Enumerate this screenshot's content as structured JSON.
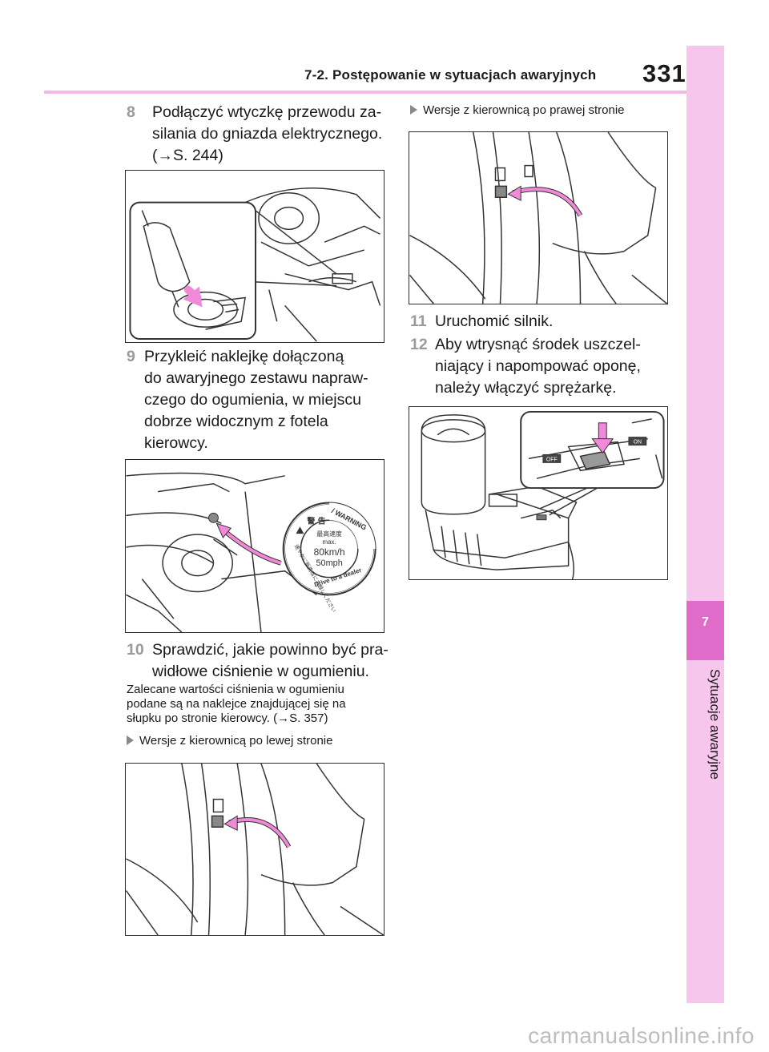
{
  "header": {
    "section_title": "7-2. Postępowanie w sytuacjach awaryjnych",
    "page_number": "331"
  },
  "side_tab": {
    "chapter_number": "7",
    "chapter_label": "Sytuacje awaryjne"
  },
  "left_column": {
    "step8": {
      "number": "8",
      "text": "Podłączyć wtyczkę przewodu za-\nsilania do gniazda elektrycznego.\n(→S. 244)"
    },
    "step9": {
      "number": "9",
      "text": "Przykleić naklejkę dołączoną\ndo awaryjnego zestawu napraw-\nczego do ogumienia, w miejscu\ndobrze widocznym z fotela\nkierowcy."
    },
    "sticker": {
      "warning_ja": "警 告",
      "warning_en": "/ WARNING",
      "speed_label": "最高速度",
      "max": "max.",
      "kmh": "80km/h",
      "mph": "50mph",
      "dealer_ja": "速やかに販売店にお越しください",
      "dealer_en": "Drive to a dealer"
    },
    "step10": {
      "number": "10",
      "text": "Sprawdzić, jakie powinno być pra-\nwidłowe ciśnienie w ogumieniu."
    },
    "note": "Zalecane wartości ciśnienia w ogumieniu\npodane są na naklejce znajdującej się na\nsłupku po stronie kierowcy. (→S. 357)",
    "lhd_label": "Wersje z kierownicą po lewej stronie"
  },
  "right_column": {
    "rhd_label": "Wersje z kierownicą po prawej stronie",
    "step11": {
      "number": "11",
      "text": "Uruchomić silnik."
    },
    "step12": {
      "number": "12",
      "text": "Aby wtrysnąć środek uszczel-\nniający i napompować oponę,\nnależy włączyć sprężarkę."
    },
    "switch_labels": {
      "off": "OFF",
      "on": "ON"
    }
  },
  "colors": {
    "accent_pink": "#e06bc8",
    "tab_pink": "#f7c6ec",
    "arrow_pink": "#f08ad8"
  },
  "watermark": "carmanualsonline.info"
}
